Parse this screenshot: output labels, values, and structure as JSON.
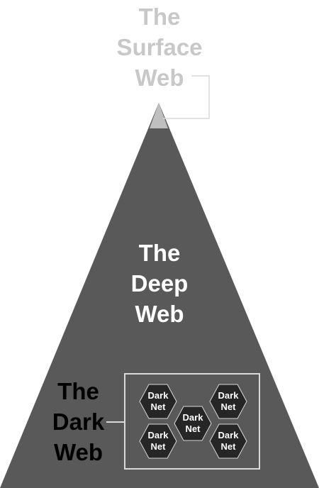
{
  "surface_web": {
    "line1": "The",
    "line2": "Surface",
    "line3": "Web"
  },
  "deep_web": {
    "line1": "The",
    "line2": "Deep",
    "line3": "Web"
  },
  "dark_web": {
    "line1": "The",
    "line2": "Dark",
    "line3": "Web"
  },
  "dark_nets": [
    {
      "line1": "Dark",
      "line2": "Net"
    },
    {
      "line1": "Dark",
      "line2": "Net"
    },
    {
      "line1": "Dark",
      "line2": "Net"
    },
    {
      "line1": "Dark",
      "line2": "Net"
    },
    {
      "line1": "Dark",
      "line2": "Net"
    }
  ],
  "colors": {
    "pyramid": "#595959",
    "tip": "#bfbfbf",
    "hexagon": "#262626",
    "outline": "#d9d9d9",
    "surface_text": "#c8c8c8"
  }
}
